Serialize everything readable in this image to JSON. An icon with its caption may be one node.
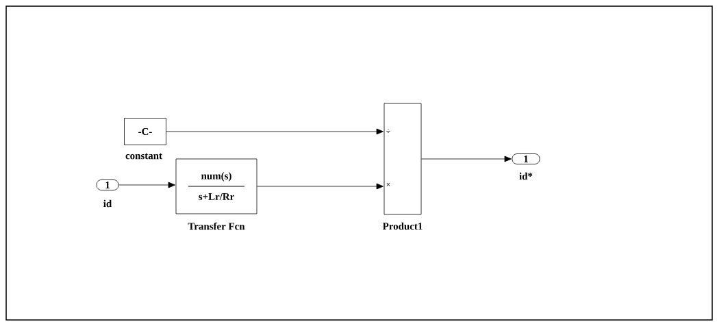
{
  "diagram": {
    "nodes": [
      {
        "text": [
          "-C-"
        ],
        "beside": [
          "constant"
        ]
      },
      {
        "text": [
          "1"
        ],
        "beside": [
          "id"
        ]
      },
      {
        "text": [
          "num(s)",
          "s+Lr/Rr"
        ],
        "beside": [
          "Transfer Fcn"
        ]
      },
      {
        "text": [
          "÷",
          "×"
        ],
        "beside": [
          "Product1"
        ]
      },
      {
        "text": [
          "1"
        ],
        "beside": [
          "id*"
        ]
      }
    ],
    "edges": [
      {
        "from": 0,
        "to": 3,
        "arrow": "to"
      },
      {
        "from": 1,
        "to": 2,
        "arrow": "to"
      },
      {
        "from": 2,
        "to": 3,
        "arrow": "to"
      },
      {
        "from": 3,
        "to": 4,
        "arrow": "to"
      }
    ]
  }
}
